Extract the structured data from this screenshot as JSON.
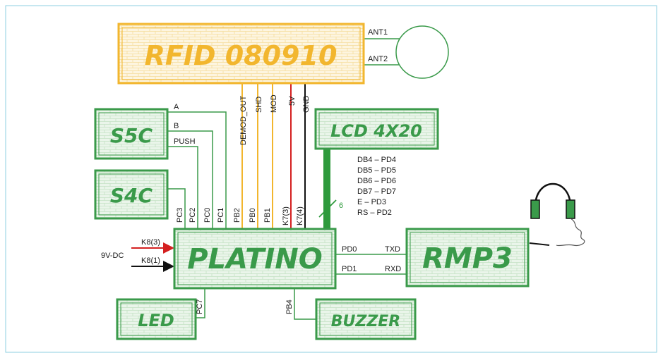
{
  "colors": {
    "frame": "#8ecfe0",
    "green": "#3a9a4a",
    "green_fill": "#e6f3e6",
    "yellow": "#f2b62e",
    "yellow_fill": "#fdf5e0",
    "red": "#d42020",
    "black": "#111111",
    "bus": "#2e9a3c"
  },
  "blocks": {
    "rfid": "RFID  080910",
    "s5c": "S5C",
    "s4c": "S4C",
    "lcd": "LCD  4X20",
    "platino": "PLATINO",
    "rmp3": "RMP3",
    "led": "LED",
    "buzzer": "BUZZER"
  },
  "antenna": {
    "ant1": "ANT1",
    "ant2": "ANT2"
  },
  "rfid_signals": [
    "DEMOD_OUT",
    "SHD",
    "MOD",
    "5V",
    "GND"
  ],
  "s5c_signals": [
    "A",
    "B",
    "PUSH"
  ],
  "platino_ports": [
    "PC3",
    "PC2",
    "PC0",
    "PC1",
    "PB2",
    "PB0",
    "PB1",
    "K7(3)",
    "K7(4)"
  ],
  "lcd_map": [
    "DB4 – PD4",
    "DB5 – PD5",
    "DB6 – PD6",
    "DB7 – PD7",
    "E – PD3",
    "RS – PD2"
  ],
  "bus_width": "6",
  "power": {
    "label": "9V-DC",
    "k8_3": "K8(3)",
    "k8_1": "K8(1)"
  },
  "uart": {
    "pd0": "PD0",
    "pd1": "PD1",
    "txd": "TXD",
    "rxd": "RXD"
  },
  "led_port": "PC7",
  "buzzer_port": "PB4"
}
